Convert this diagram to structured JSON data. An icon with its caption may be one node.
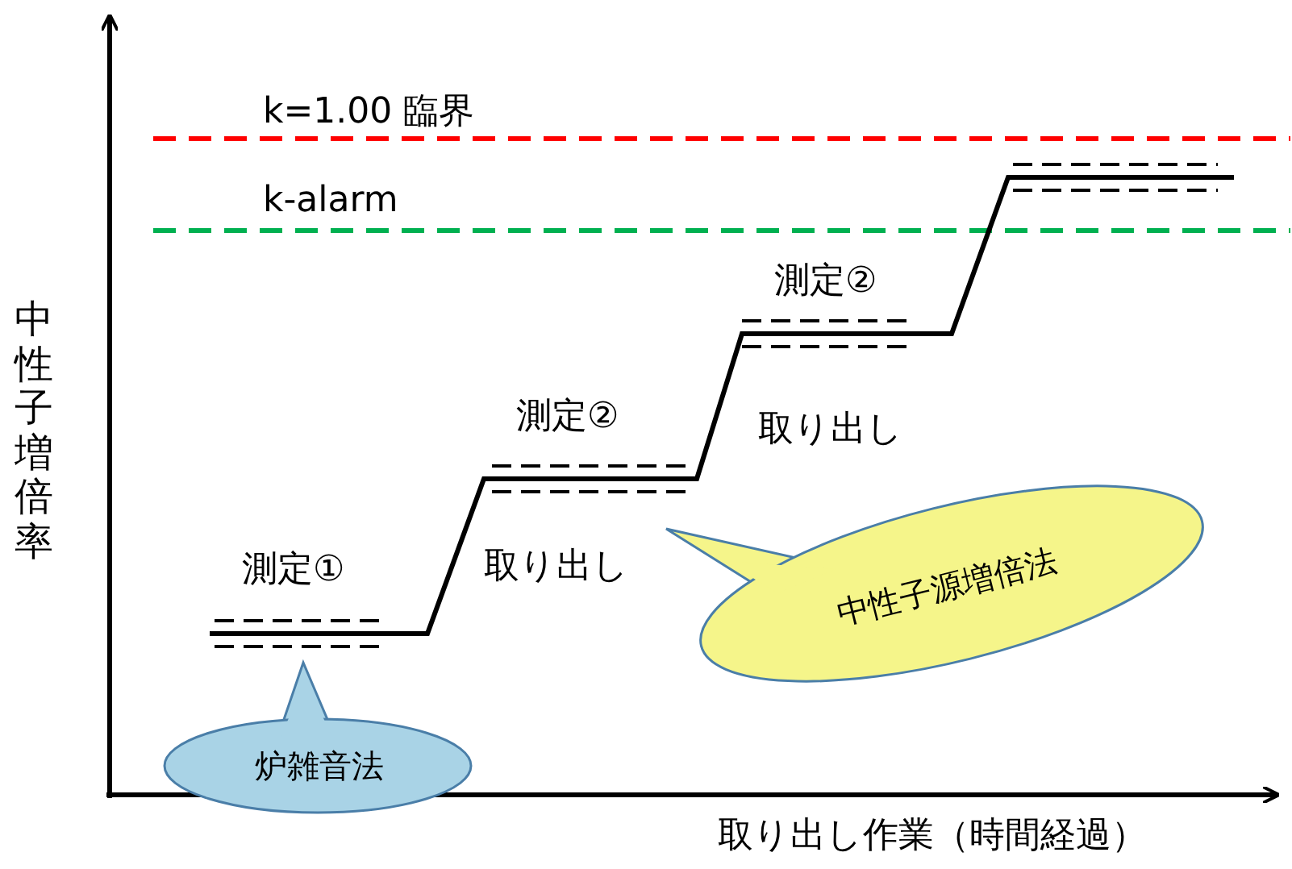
{
  "diagram": {
    "nodes": [
      {
        "text": [
          "炉雑音法"
        ]
      },
      {
        "text": [
          "中性子源増倍法"
        ]
      }
    ],
    "labels": [
      "k=1.00 臨界",
      "k-alarm",
      "測定②",
      "測定②",
      "取り出し",
      "測定①",
      "取り出し",
      "中性子増倍率",
      "取り出し作業（時間経過）"
    ]
  }
}
